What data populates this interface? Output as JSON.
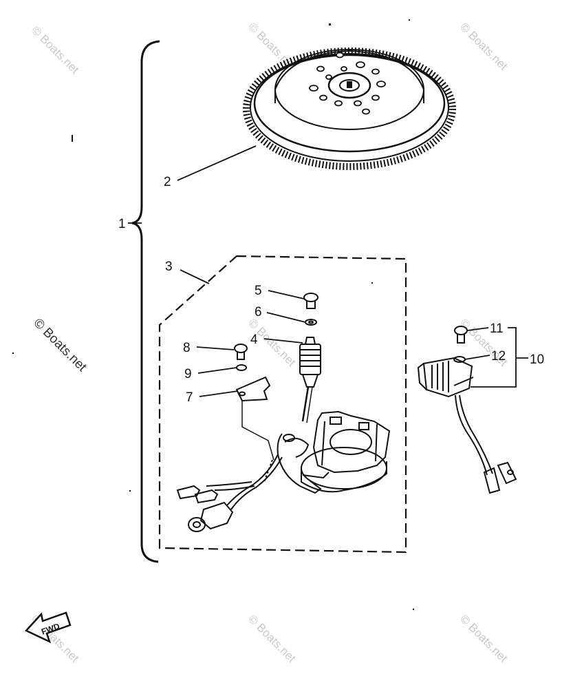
{
  "callouts": {
    "c1": "1",
    "c2": "2",
    "c3": "3",
    "c4": "4",
    "c5": "5",
    "c6": "6",
    "c7": "7",
    "c8": "8",
    "c9": "9",
    "c10": "10",
    "c11": "11",
    "c12": "12"
  },
  "watermark": {
    "text": "© Boats.net"
  },
  "fwd_label": "FWD"
}
